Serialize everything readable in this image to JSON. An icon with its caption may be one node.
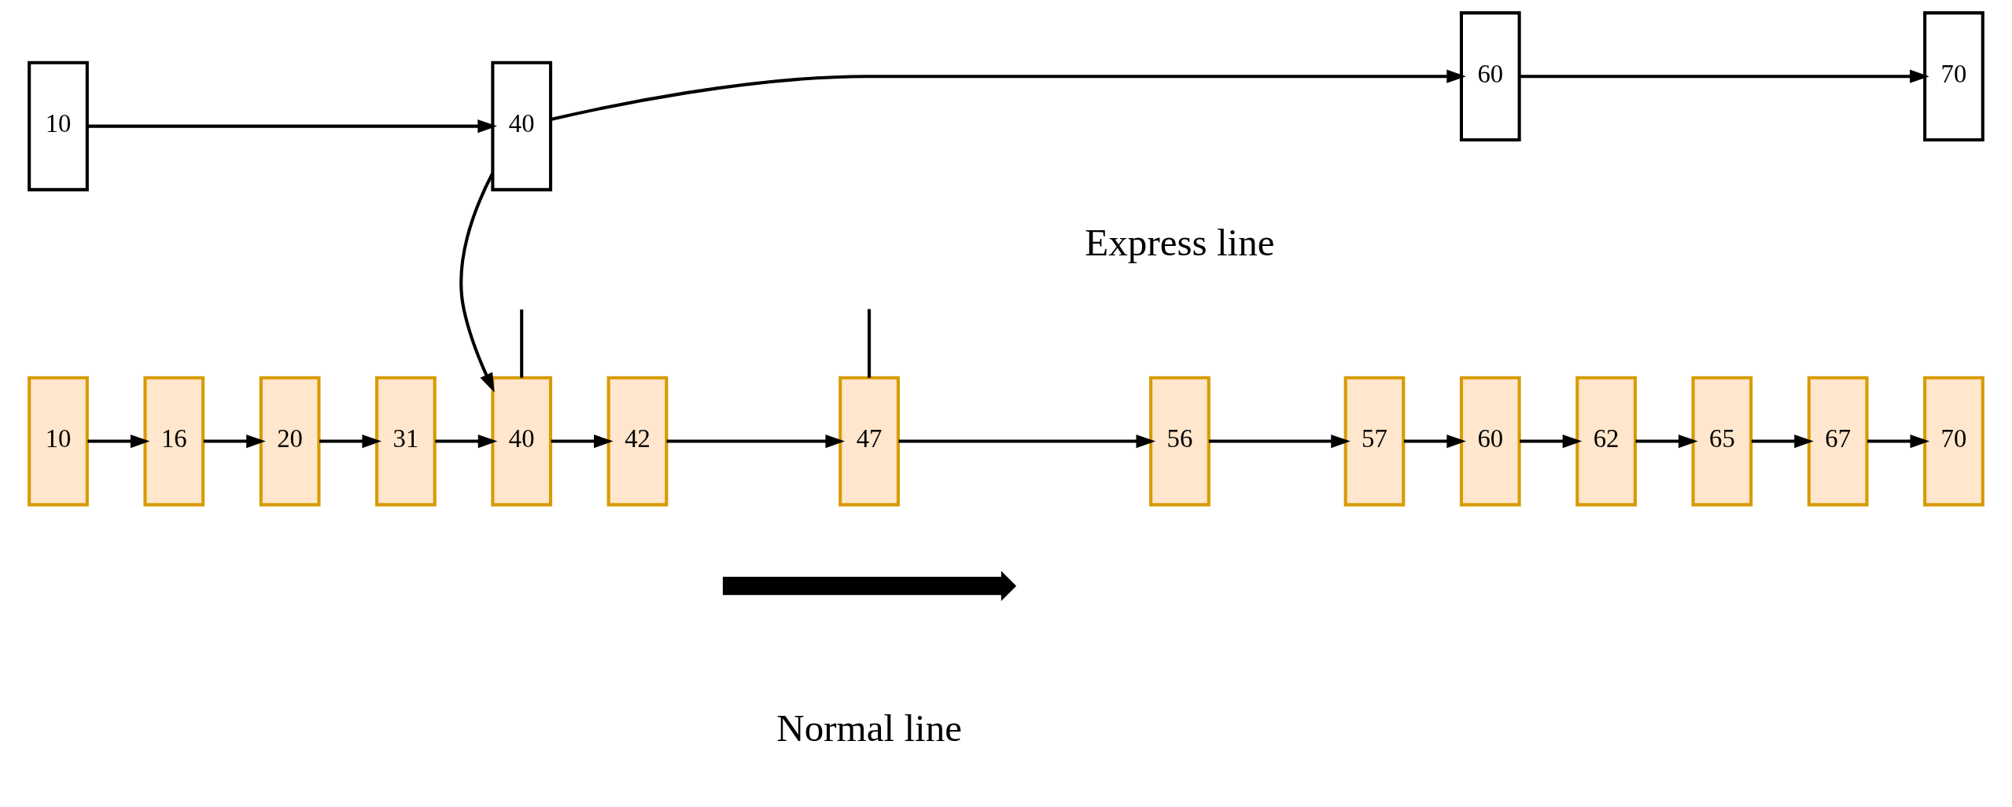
{
  "diagram": {
    "nodes": [
      {
        "text": [
          "10"
        ]
      },
      {
        "text": [
          "40"
        ]
      },
      {
        "text": [
          "60"
        ]
      },
      {
        "text": [
          "70"
        ]
      },
      {
        "text": [
          "10"
        ]
      },
      {
        "text": [
          "16"
        ]
      },
      {
        "text": [
          "20"
        ]
      },
      {
        "text": [
          "31"
        ]
      },
      {
        "text": [
          "40"
        ]
      },
      {
        "text": [
          "42"
        ]
      },
      {
        "text": [
          "47"
        ]
      },
      {
        "text": [
          "56"
        ]
      },
      {
        "text": [
          "57"
        ]
      },
      {
        "text": [
          "60"
        ]
      },
      {
        "text": [
          "62"
        ]
      },
      {
        "text": [
          "65"
        ]
      },
      {
        "text": [
          "67"
        ]
      },
      {
        "text": [
          "70"
        ]
      }
    ],
    "edges": [
      {
        "from": 0,
        "to": 1,
        "arrow": "to"
      },
      {
        "from": 1,
        "to": 2,
        "arrow": "to"
      },
      {
        "from": 2,
        "to": 3,
        "arrow": "to"
      },
      {
        "from": 1,
        "to": 8,
        "arrow": "to"
      },
      {
        "from": null,
        "to": 8,
        "arrow": "none"
      },
      {
        "from": 10,
        "to": null,
        "arrow": "none"
      },
      {
        "from": 4,
        "to": 5,
        "arrow": "to"
      },
      {
        "from": 5,
        "to": 6,
        "arrow": "to"
      },
      {
        "from": 6,
        "to": 7,
        "arrow": "to"
      },
      {
        "from": 7,
        "to": 8,
        "arrow": "to"
      },
      {
        "from": 8,
        "to": 9,
        "arrow": "to"
      },
      {
        "from": 9,
        "to": 10,
        "arrow": "to"
      },
      {
        "from": 10,
        "to": 11,
        "arrow": "to"
      },
      {
        "from": 11,
        "to": 12,
        "arrow": "to"
      },
      {
        "from": 12,
        "to": 13,
        "arrow": "to"
      },
      {
        "from": 13,
        "to": 14,
        "arrow": "to"
      },
      {
        "from": 14,
        "to": 15,
        "arrow": "to"
      },
      {
        "from": 15,
        "to": 16,
        "arrow": "to"
      },
      {
        "from": 16,
        "to": 17,
        "arrow": "to"
      }
    ],
    "labels": [
      "Express line",
      "Normal line"
    ]
  }
}
